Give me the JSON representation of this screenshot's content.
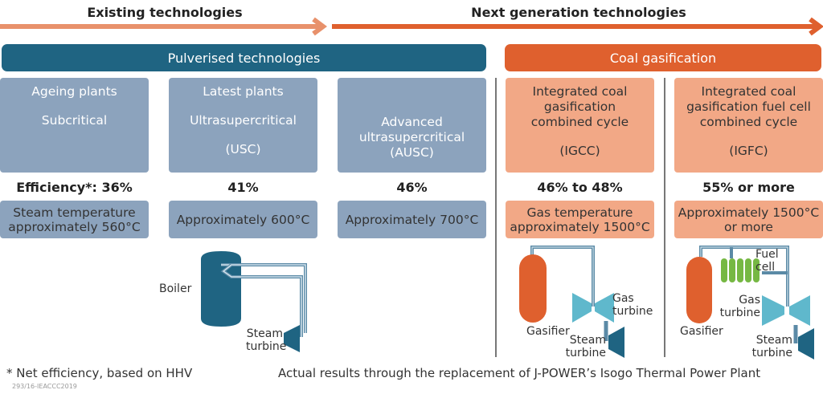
{
  "header": {
    "existing": "Existing technologies",
    "next": "Next generation technologies"
  },
  "groups": {
    "pulverised": "Pulverised technologies",
    "gasification": "Coal gasification"
  },
  "columns": [
    {
      "lines": [
        "Ageing plants",
        "Subcritical"
      ],
      "efficiency": "Efficiency*: 36%",
      "condition": [
        "Steam temperature",
        "approximately 560°C"
      ]
    },
    {
      "lines": [
        "Latest plants",
        "Ultrasupercritical",
        "(USC)"
      ],
      "efficiency": "41%",
      "condition": [
        "Approximately 600°C"
      ]
    },
    {
      "lines": [
        "Advanced",
        "ultrasupercritical",
        "(AUSC)"
      ],
      "efficiency": "46%",
      "condition": [
        "Approximately 700°C"
      ]
    },
    {
      "lines": [
        "Integrated coal",
        "gasification",
        "combined cycle",
        "(IGCC)"
      ],
      "efficiency": "46% to 48%",
      "condition": [
        "Gas temperature",
        "approximately 1500°C"
      ]
    },
    {
      "lines": [
        "Integrated coal",
        "gasification fuel cell",
        "combined cycle",
        "(IGFC)"
      ],
      "efficiency": "55% or more",
      "condition": [
        "Approximately 1500°C",
        "or more"
      ]
    }
  ],
  "diagram_labels": {
    "boiler": "Boiler",
    "steam_turbine_1": "Steam",
    "steam_turbine_2": "turbine",
    "gasifier": "Gasifier",
    "gas_turbine_1": "Gas",
    "gas_turbine_2": "turbine",
    "fuel_cell_1": "Fuel",
    "fuel_cell_2": "cell"
  },
  "footer": {
    "note": "* Net efficiency, based on HHV",
    "source": "Actual results through the replacement of J-POWER’s Isogo Thermal Power Plant",
    "code": "293/16-IEACCC2019"
  },
  "colors": {
    "teal": "#1f6482",
    "orange": "#df602e",
    "light_orange": "#f2a886",
    "grey_blue": "#8ca3bd",
    "turbine": "#5fb8cc",
    "fuel_cell": "#76b843"
  }
}
